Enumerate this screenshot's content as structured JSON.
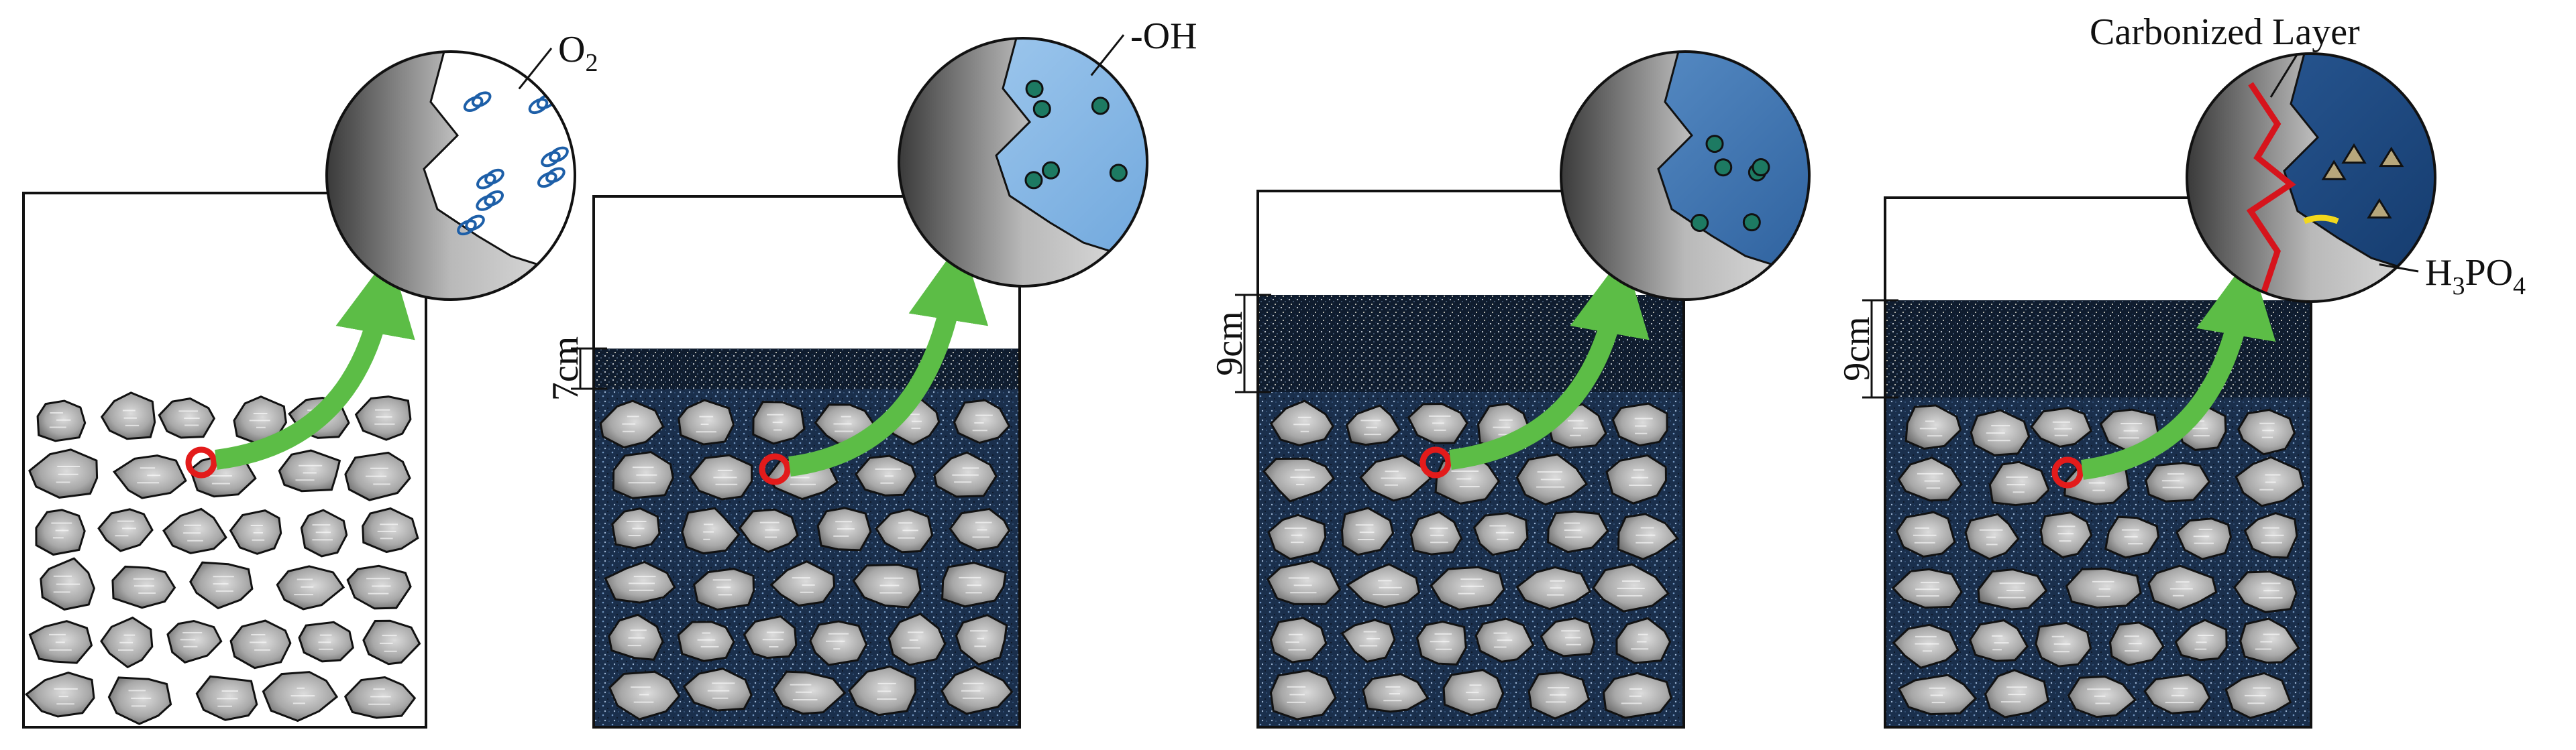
{
  "colors": {
    "outline": "#111111",
    "stone_light": "#d2d2d2",
    "stone_mid": "#9a9a9a",
    "stone_dark": "#4e4e4e",
    "matrix_blue": "#1d3a5f",
    "matrix_dark": "#101e33",
    "water_light": "#8fbde6",
    "water_mid": "#3f77b3",
    "water_deep": "#1f4f8c",
    "arrow_green": "#5cbd46",
    "marker_red": "#e31b1b",
    "carbon_red": "#d6141c",
    "particle_teal": "#1d7a62",
    "acid_tan": "#b7a77c",
    "highlight_yellow": "#f2d81d"
  },
  "panels": [
    {
      "id": "panel-1-dry",
      "state": "dry stones, no binder",
      "depth_label": "",
      "bubble_species": "oxygen",
      "callout": {
        "main": "O",
        "sub": "2",
        "tail": ""
      }
    },
    {
      "id": "panel-2-hydroxyl",
      "state": "binder filled, 7cm top layer",
      "depth_label": "7cm",
      "bubble_species": "hydroxyl",
      "callout": {
        "main": "-OH",
        "sub": "",
        "tail": ""
      }
    },
    {
      "id": "panel-3-deeper",
      "state": "binder filled, 9cm top layer",
      "depth_label": "9cm",
      "bubble_species": "particles",
      "callout": {
        "main": "",
        "sub": "",
        "tail": ""
      }
    },
    {
      "id": "panel-4-carbonized",
      "state": "binder filled, 9cm carbonized top layer",
      "depth_label": "9cm",
      "bubble_species": "phosphoric-acid",
      "callout": {
        "main": "H",
        "sub": "3",
        "tail": "PO",
        "sub2": "4"
      },
      "top_callout": "Carbonized Layer"
    }
  ]
}
